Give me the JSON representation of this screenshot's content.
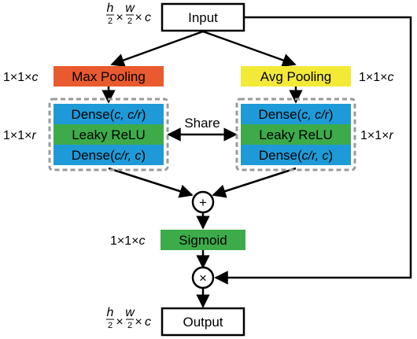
{
  "nodes": {
    "input": "Input",
    "output": "Output",
    "max_pooling": "Max Pooling",
    "avg_pooling": "Avg Pooling",
    "sigmoid": "Sigmoid",
    "share": "Share",
    "left_dense1": "Dense(",
    "left_dense1_args": "c, c/r",
    "left_dense1_close": ")",
    "left_relu": "Leaky ReLU",
    "left_dense2": "Dense(",
    "left_dense2_args": "c/r, c",
    "left_dense2_close": ")",
    "right_dense1": "Dense(",
    "right_dense1_args": "c, c/r",
    "right_dense1_close": ")",
    "right_relu": "Leaky ReLU",
    "right_dense2": "Dense(",
    "right_dense2_args": "c/r, c",
    "right_dense2_close": ")",
    "plus": "+",
    "times": "×"
  },
  "dims": {
    "input_h": "h",
    "input_w": "w",
    "input_den": "2",
    "input_c": "c",
    "output_h": "h",
    "output_w": "w",
    "output_den": "2",
    "output_c": "c",
    "times": "×",
    "one_one": "1×1×",
    "c": "c",
    "r": "r"
  },
  "colors": {
    "max_pooling": "#e95a2e",
    "avg_pooling": "#f2ea37",
    "dense": "#1f9ad8",
    "relu": "#3dab4a",
    "sigmoid": "#3dab4a",
    "group_border": "#9a9a9a"
  }
}
